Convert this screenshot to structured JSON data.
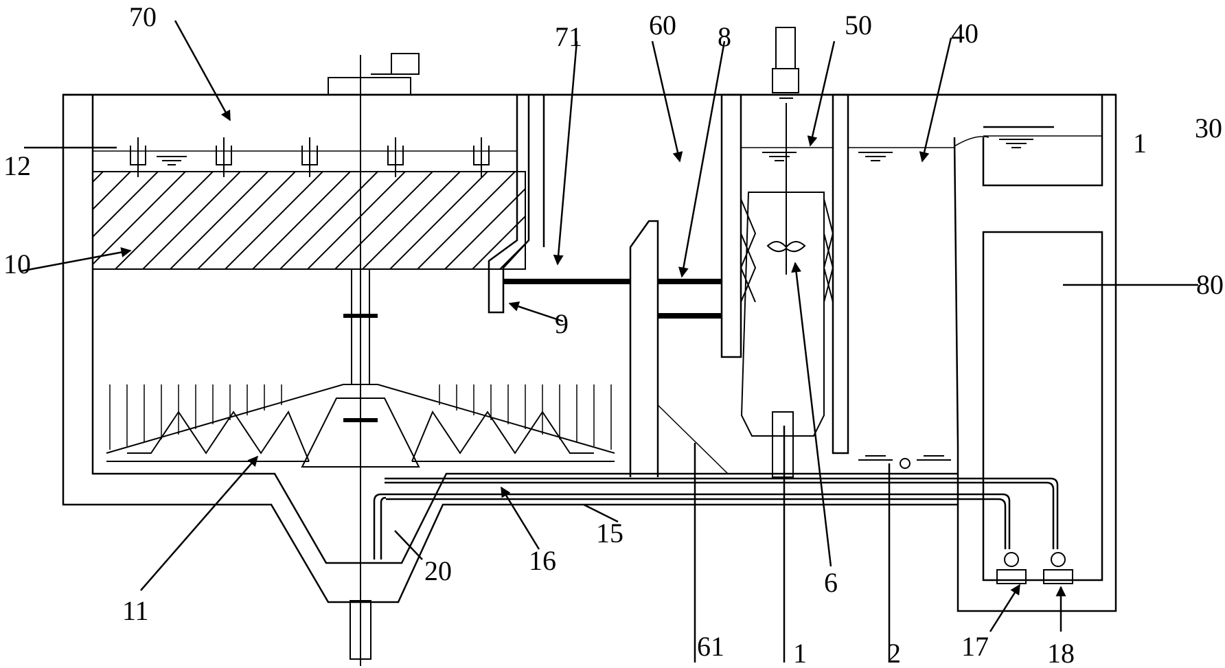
{
  "labels": {
    "l70": "70",
    "l71": "71",
    "l60": "60",
    "l8": "8",
    "l50": "50",
    "l40": "40",
    "l30": "30",
    "l1_right": "1",
    "l12": "12",
    "l10": "10",
    "l80": "80",
    "l9": "9",
    "l6": "6",
    "l11": "11",
    "l20": "20",
    "l16": "16",
    "l15": "15",
    "l61": "61",
    "l1_bottom": "1",
    "l2": "2",
    "l17": "17",
    "l18": "18"
  },
  "colors": {
    "line": "#000000",
    "background": "#ffffff"
  }
}
